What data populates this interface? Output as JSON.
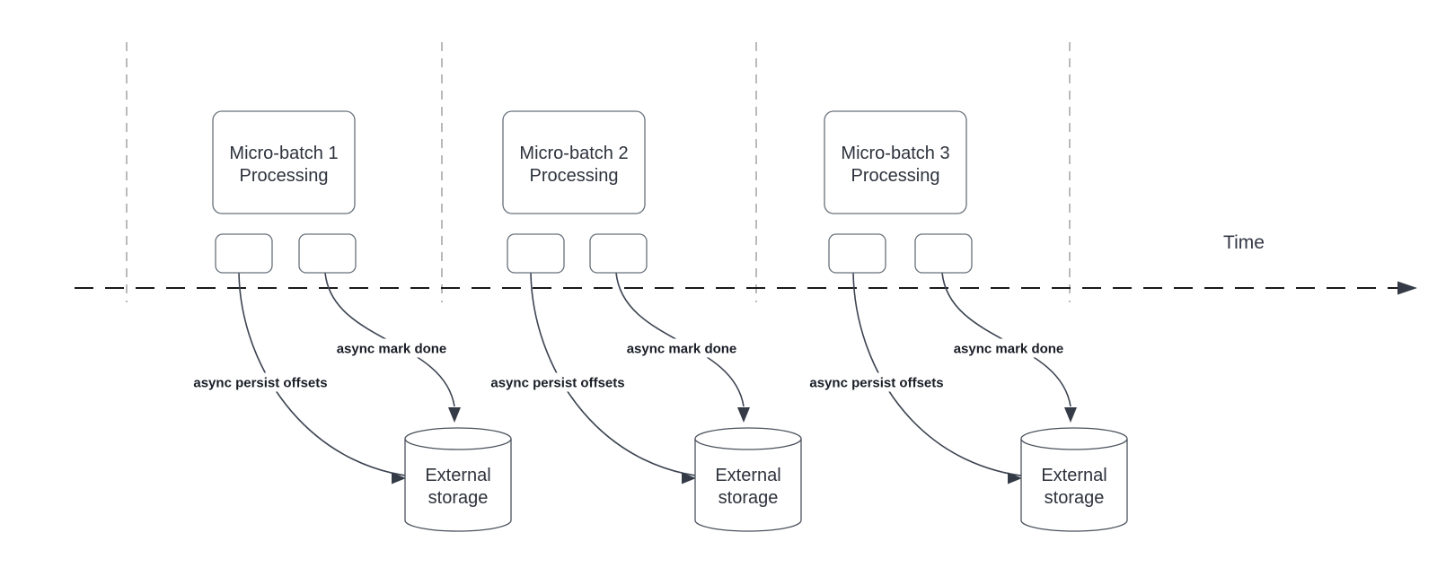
{
  "timeline": {
    "label": "Time"
  },
  "sections": [
    {
      "id": "micro-batch-1",
      "processing_line1": "Micro-batch 1",
      "processing_line2": "Processing",
      "persist_label": "async persist offsets",
      "mark_done_label": "async mark done",
      "storage_line1": "External",
      "storage_line2": "storage"
    },
    {
      "id": "micro-batch-2",
      "processing_line1": "Micro-batch 2",
      "processing_line2": "Processing",
      "persist_label": "async persist offsets",
      "mark_done_label": "async mark done",
      "storage_line1": "External",
      "storage_line2": "storage"
    },
    {
      "id": "micro-batch-3",
      "processing_line1": "Micro-batch 3",
      "processing_line2": "Processing",
      "persist_label": "async persist offsets",
      "mark_done_label": "async mark done",
      "storage_line1": "External",
      "storage_line2": "storage"
    }
  ],
  "colors": {
    "shape_stroke": "#66707a",
    "connector": "#3c4452",
    "arrowhead": "#343b46",
    "node_text": "#2d323c",
    "edge_label_text": "#191d26",
    "timeline": "#1a1a1a",
    "divider": "#b0b3b6"
  }
}
